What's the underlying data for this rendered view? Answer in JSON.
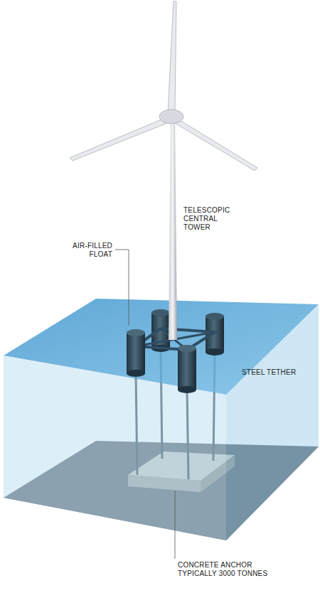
{
  "diagram": {
    "labels": [
      "TELESCOPIC CENTRAL TOWER",
      "AIR-FILLED FLOAT",
      "STEEL TETHER",
      "CONCRETE ANCHOR TYPICALLY 3000 TONNES"
    ]
  }
}
